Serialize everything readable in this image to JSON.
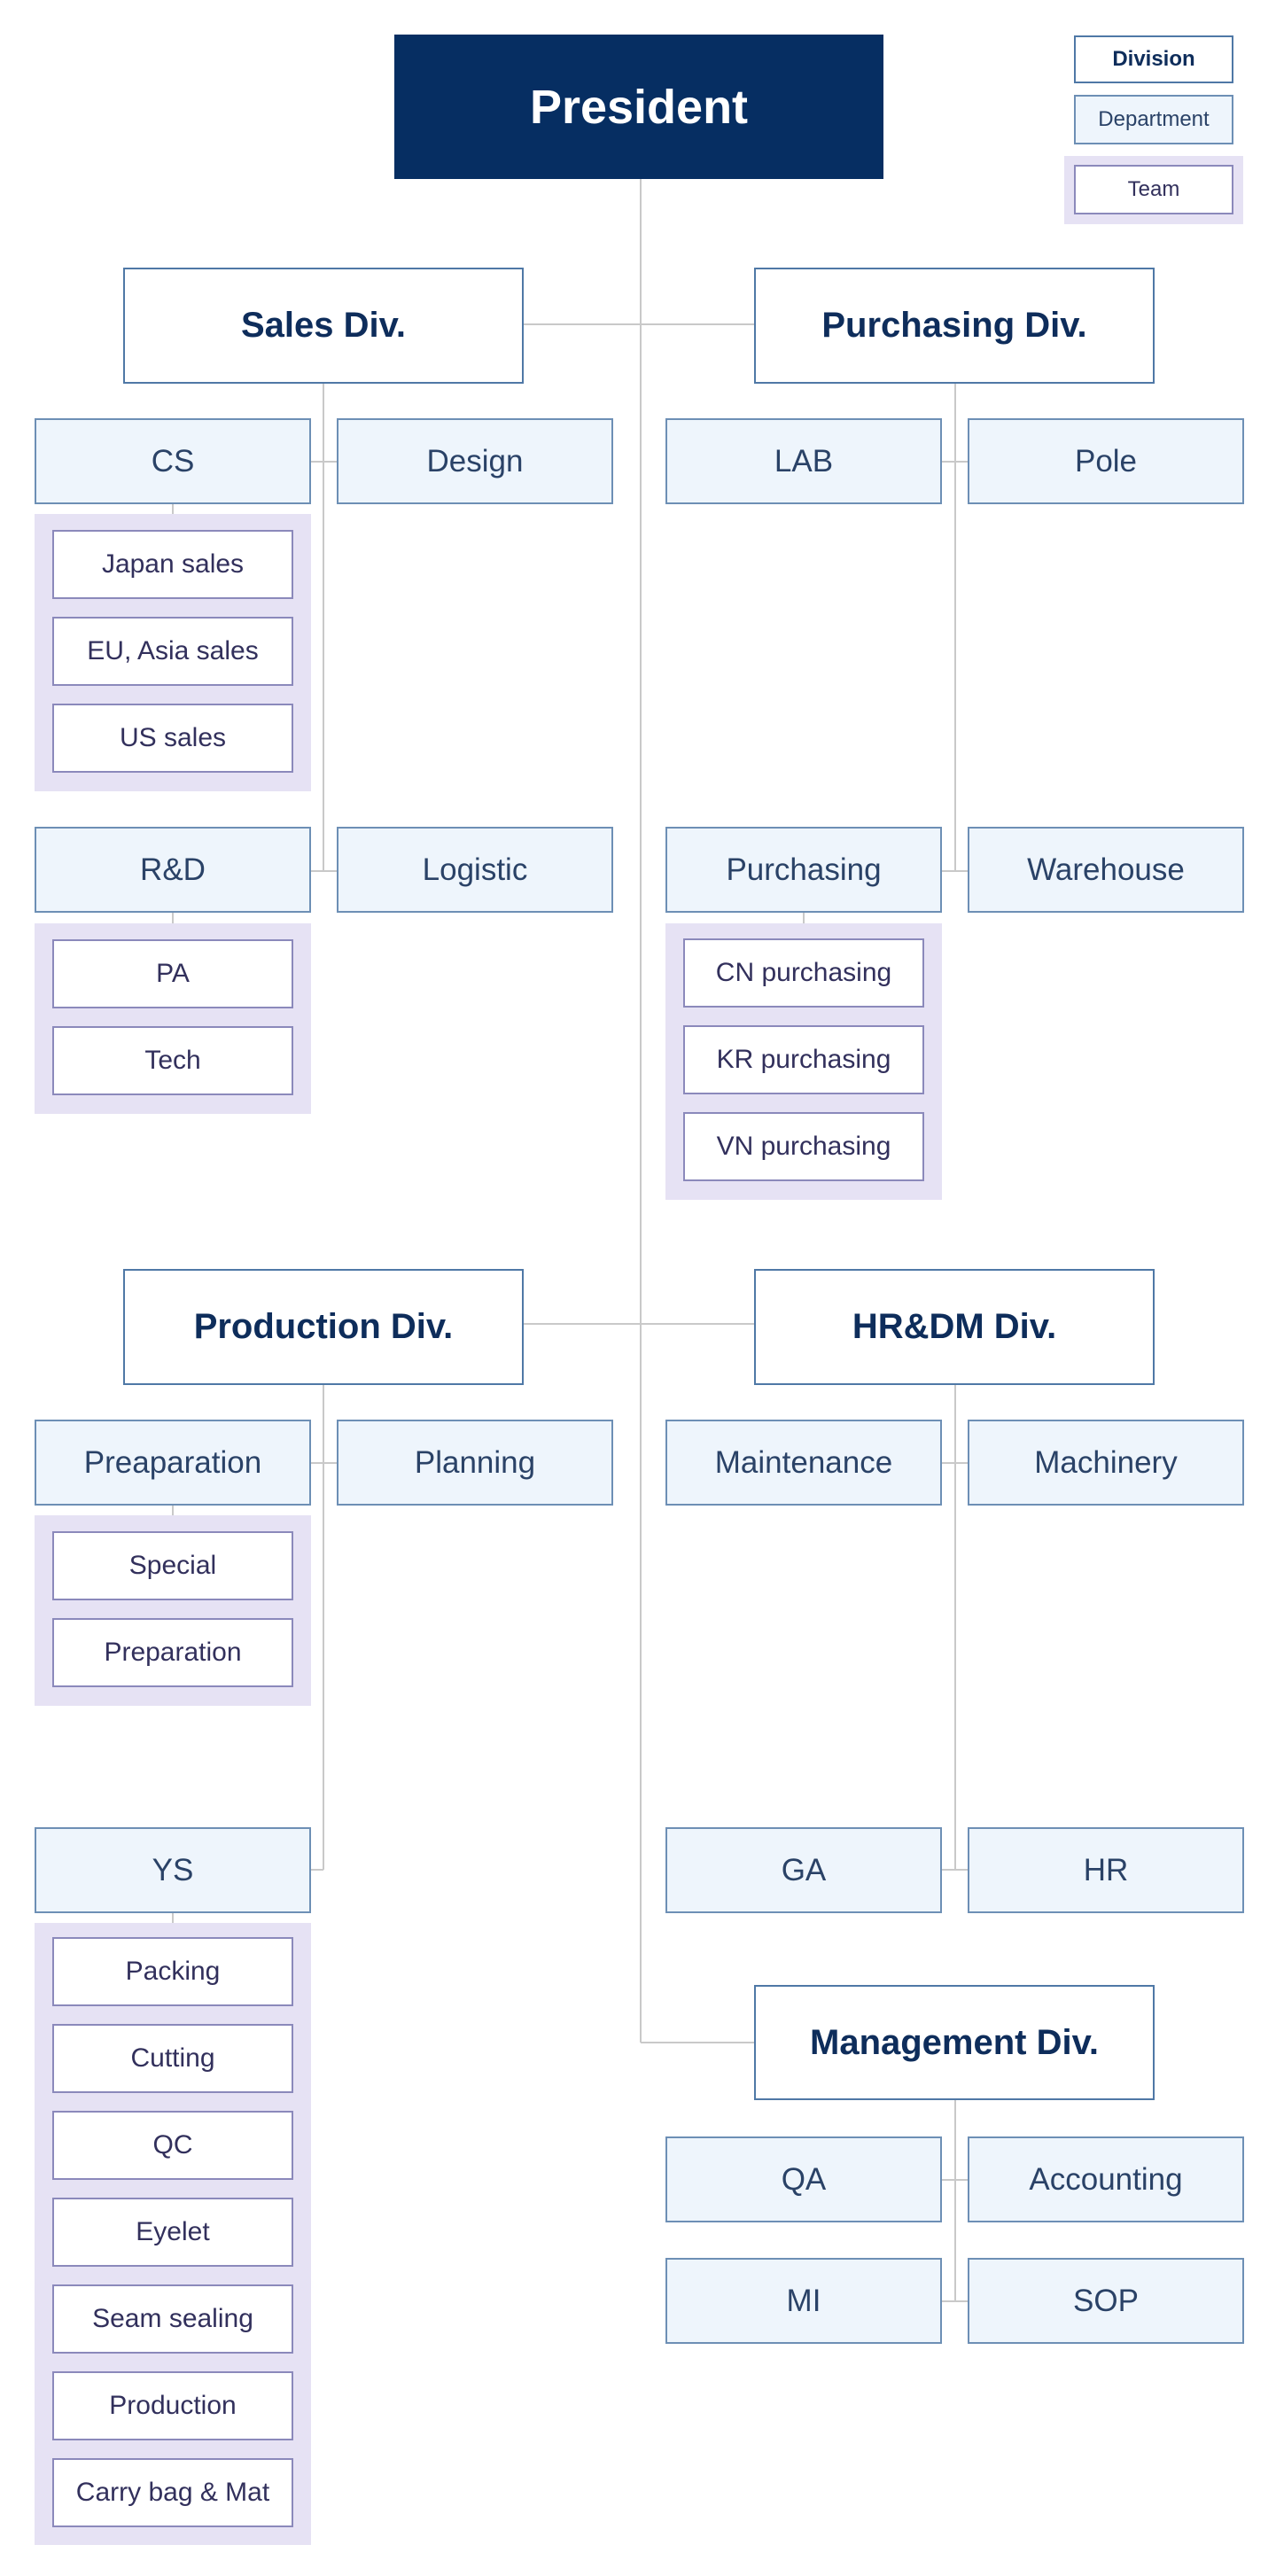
{
  "president": "President",
  "legend": {
    "division": "Division",
    "department": "Department",
    "team": "Team"
  },
  "divisions": {
    "sales": {
      "name": "Sales Div.",
      "departments": {
        "cs": {
          "name": "CS",
          "teams": [
            "Japan sales",
            "EU, Asia sales",
            "US sales"
          ]
        },
        "design": {
          "name": "Design"
        },
        "rd": {
          "name": "R&D",
          "teams": [
            "PA",
            "Tech"
          ]
        },
        "logistic": {
          "name": "Logistic"
        }
      }
    },
    "purchasing": {
      "name": "Purchasing Div.",
      "departments": {
        "lab": {
          "name": "LAB"
        },
        "pole": {
          "name": "Pole"
        },
        "purchasing": {
          "name": "Purchasing",
          "teams": [
            "CN purchasing",
            "KR purchasing",
            "VN purchasing"
          ]
        },
        "warehouse": {
          "name": "Warehouse"
        }
      }
    },
    "production": {
      "name": "Production Div.",
      "departments": {
        "preaparation": {
          "name": "Preaparation",
          "teams": [
            "Special",
            "Preparation"
          ]
        },
        "planning": {
          "name": "Planning"
        },
        "ys": {
          "name": "YS",
          "teams": [
            "Packing",
            "Cutting",
            "QC",
            "Eyelet",
            "Seam sealing",
            "Production",
            "Carry bag & Mat"
          ]
        }
      }
    },
    "hrdm": {
      "name": "HR&DM Div.",
      "departments": {
        "maintenance": {
          "name": "Maintenance"
        },
        "machinery": {
          "name": "Machinery"
        },
        "ga": {
          "name": "GA"
        },
        "hr": {
          "name": "HR"
        }
      }
    },
    "management": {
      "name": "Management Div.",
      "departments": {
        "qa": {
          "name": "QA"
        },
        "accounting": {
          "name": "Accounting"
        },
        "mi": {
          "name": "MI"
        },
        "sop": {
          "name": "SOP"
        }
      }
    }
  },
  "colors": {
    "president_bg": "#062e62",
    "division_border": "#4f78a6",
    "department_fill": "#eef5fc",
    "team_group_fill": "#e6e2f4",
    "connector": "#c9c9c9"
  }
}
